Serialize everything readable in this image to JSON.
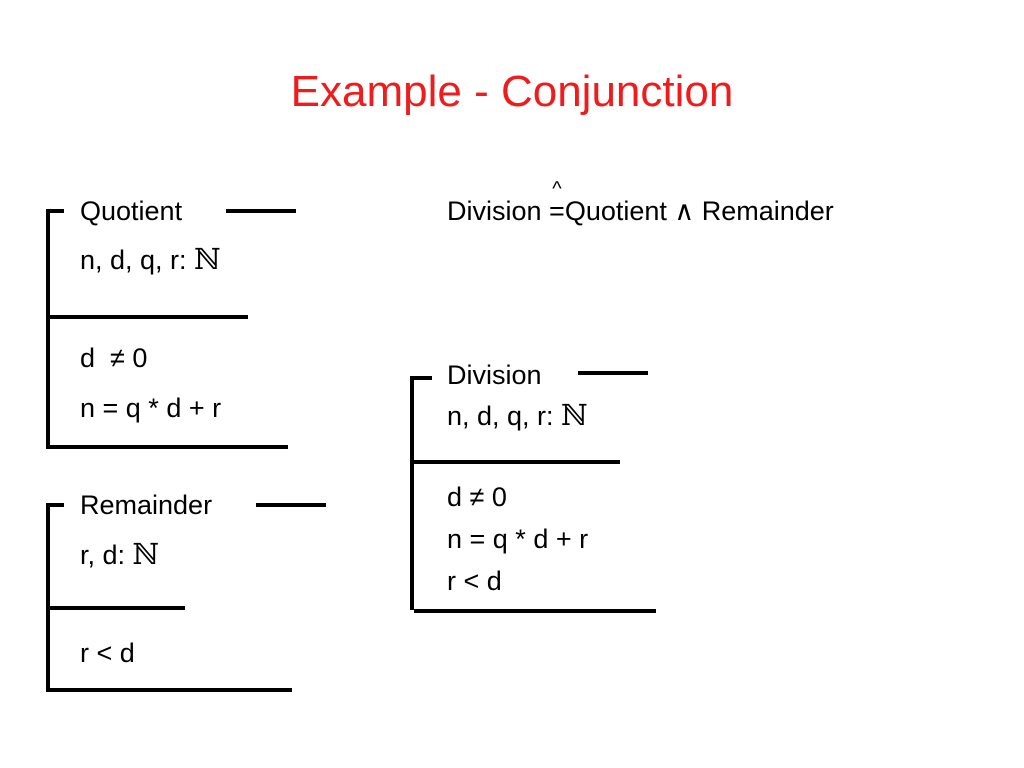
{
  "title": "Example - Conjunction",
  "colors": {
    "title": "#ee1c1c",
    "text": "#000000",
    "background": "#ffffff"
  },
  "quotient_schema": {
    "name": "Quotient",
    "declaration": "n, d, q, r:",
    "type_symbol": "ℕ",
    "predicates": [
      "d  ≠ 0",
      "n = q * d + r"
    ]
  },
  "remainder_schema": {
    "name": "Remainder",
    "declaration": "r, d:",
    "type_symbol": "ℕ",
    "predicates": [
      "r < d"
    ]
  },
  "definition": {
    "lhs": "Division",
    "def_eq": "=",
    "def_hat": "^",
    "rhs_left": "Quotient",
    "conj": "∧",
    "rhs_right": "Remainder"
  },
  "division_schema": {
    "name": "Division",
    "declaration": "n, d, q, r:",
    "type_symbol": "ℕ",
    "predicates": [
      "d ≠ 0",
      "n = q * d + r",
      "r < d"
    ]
  }
}
